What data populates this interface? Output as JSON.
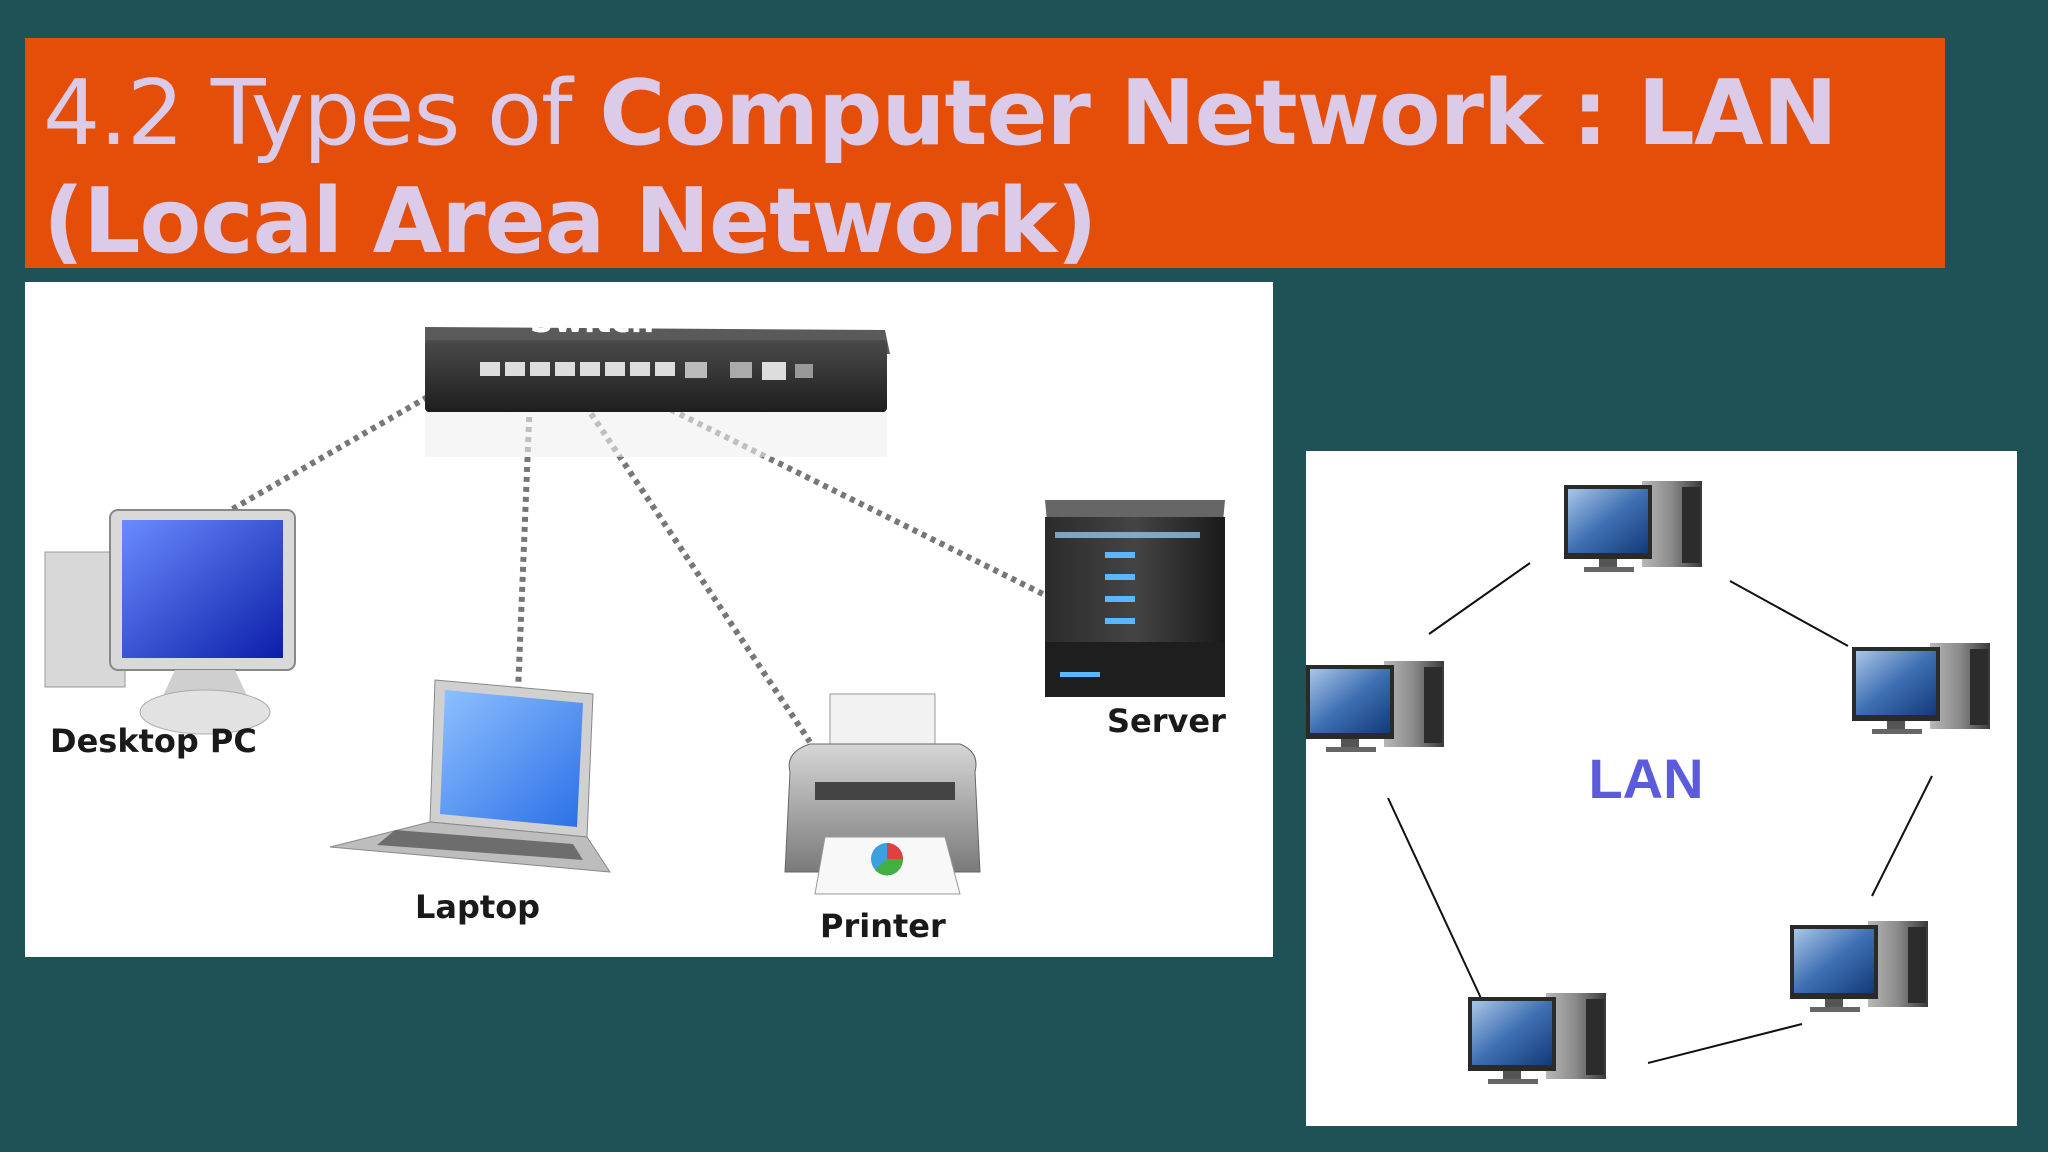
{
  "slide": {
    "title_prefix": "4.2 Types of ",
    "title_bold": "Computer Network : LAN (Local Area Network)"
  },
  "star_diagram": {
    "hub_label": "Switch",
    "devices": [
      {
        "label": "Desktop PC",
        "icon": "desktop-pc-icon"
      },
      {
        "label": "Laptop",
        "icon": "laptop-icon"
      },
      {
        "label": "Printer",
        "icon": "printer-icon"
      },
      {
        "label": "Server",
        "icon": "server-icon"
      }
    ]
  },
  "ring_diagram": {
    "center_label": "LAN",
    "node_count": 5,
    "label_color": "#5b5bdc"
  },
  "colors": {
    "background": "#1e5257",
    "title_bar": "#e44e09",
    "title_text": "#dccbe8"
  }
}
